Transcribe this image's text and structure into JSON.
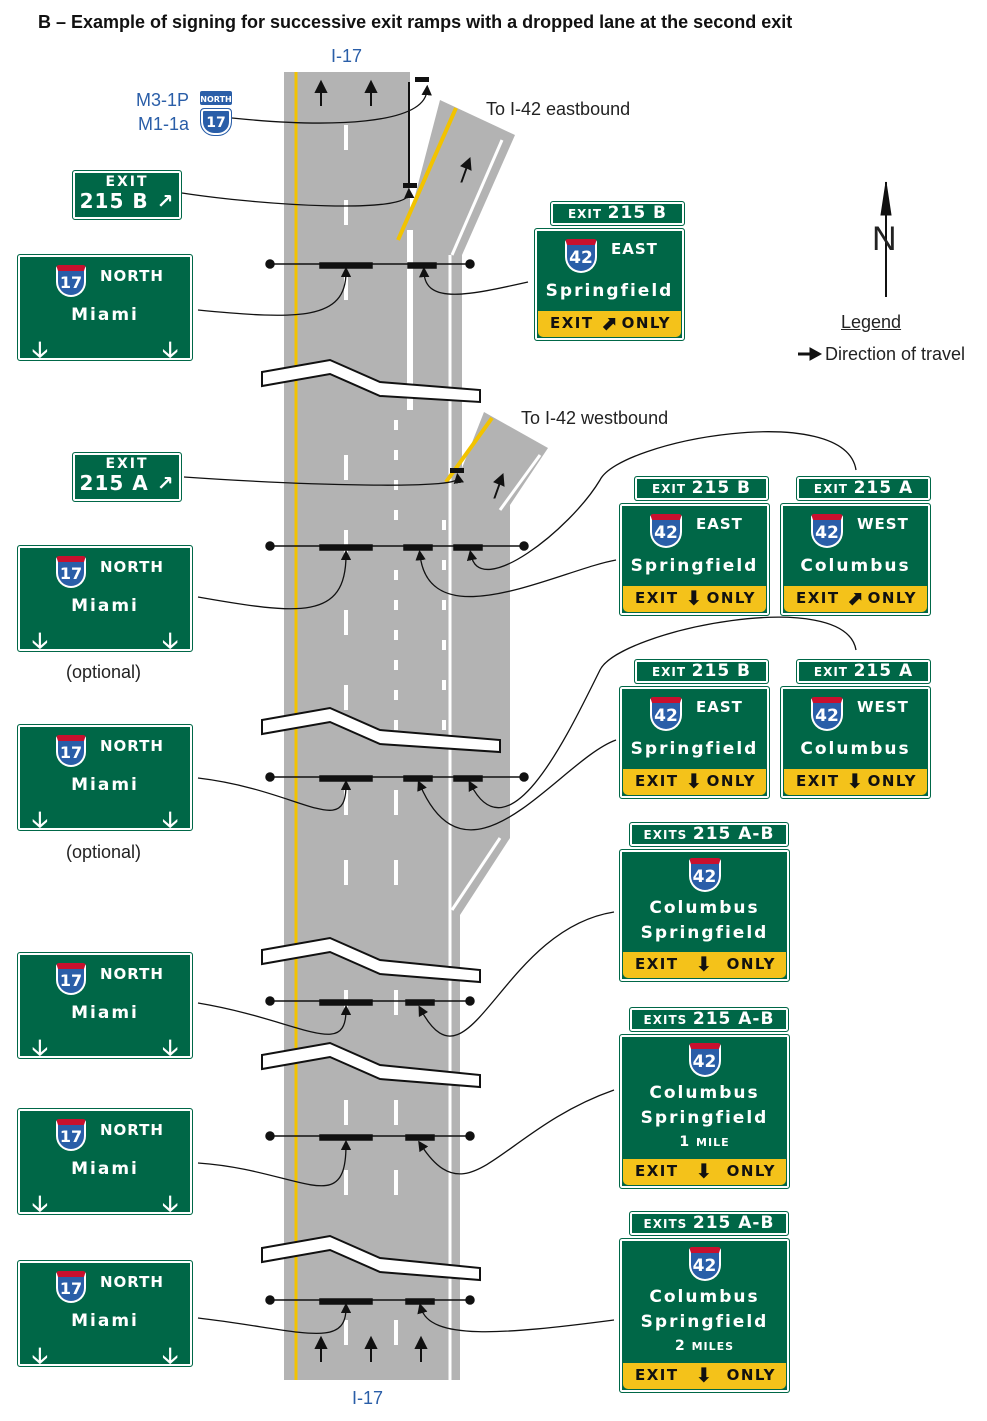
{
  "title": "B – Example of signing for successive exit ramps with a dropped lane at the second exit",
  "route_label_top": "I-17",
  "route_label_bottom": "I-17",
  "m3_label": "M3-1P",
  "m1_label": "M1-1a",
  "to_eastbound": "To I-42 eastbound",
  "to_westbound": "To I-42 westbound",
  "legend": {
    "title": "Legend",
    "item": "Direction of travel",
    "north": "N"
  },
  "optional": "(optional)",
  "north_plaque": "NORTH",
  "shield_route": "17",
  "interstate_route": "42",
  "exit_word": "EXIT",
  "exits_word": "EXITS",
  "only_word": "ONLY",
  "gore_signs": {
    "b": "215 B",
    "a": "215 A"
  },
  "tabs": {
    "b": "215 B",
    "a": "215 A",
    "ab": "215 A-B"
  },
  "left_sign": {
    "dir": "NORTH",
    "dest": "Miami"
  },
  "east_sign": {
    "dir": "EAST",
    "dest": "Springfield"
  },
  "west_sign": {
    "dir": "WEST",
    "dest": "Columbus"
  },
  "combo_sign": {
    "dest1": "Columbus",
    "dest2": "Springfield",
    "mile1": "1",
    "mile1_unit": "MILE",
    "mile2": "2",
    "mile2_unit": "MILES"
  },
  "colors": {
    "sign_green": "#006747",
    "exit_yellow": "#f4c21a",
    "road_gray": "#b3b3b3",
    "yellow_line": "#f2c300",
    "label_blue": "#2a5ea8"
  }
}
